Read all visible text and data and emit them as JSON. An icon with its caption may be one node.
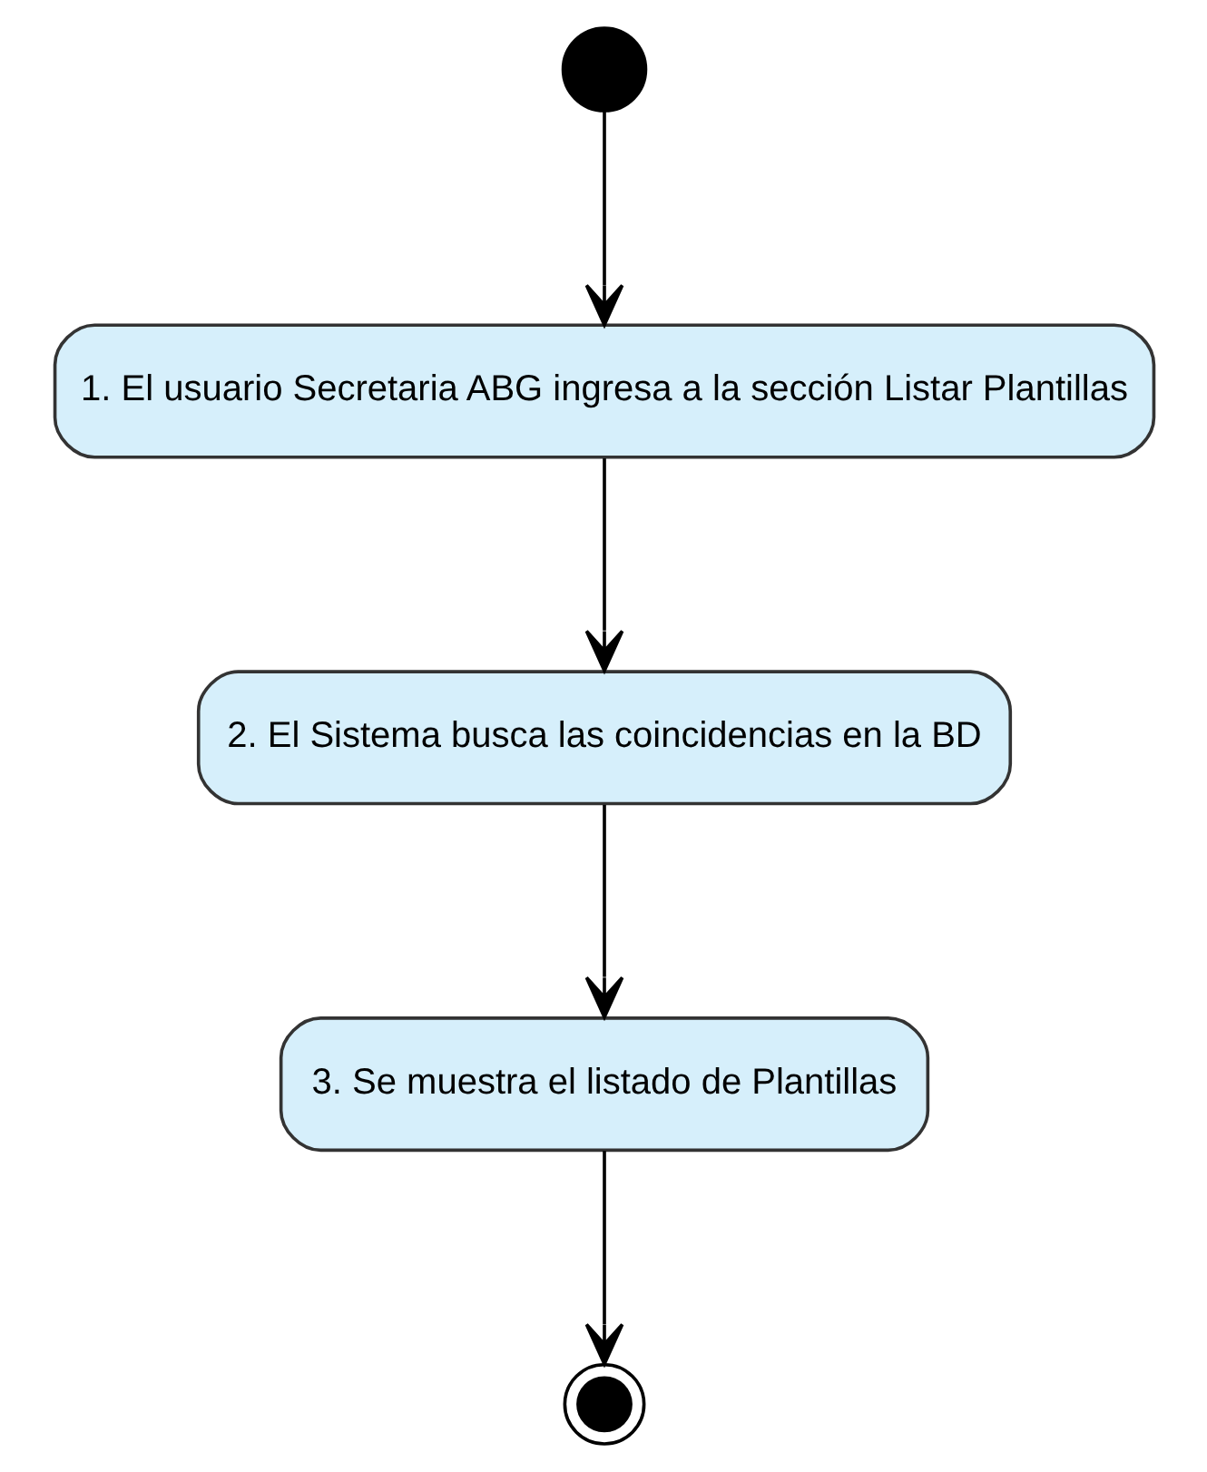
{
  "diagram": {
    "nodes": [
      {
        "text": [],
        "shape": "circle"
      },
      {
        "text": [
          "1. El usuario Secretaria ABG ingresa a la sección Listar Plantillas"
        ]
      },
      {
        "text": [
          "2. El Sistema busca las coincidencias en la BD"
        ]
      },
      {
        "text": [
          "3. Se muestra el listado de Plantillas"
        ]
      },
      {
        "text": [],
        "shape": "bullseye"
      }
    ],
    "edges": [
      {
        "from": 0,
        "to": 1,
        "arrow": "to"
      },
      {
        "from": 1,
        "to": 2,
        "arrow": "to"
      },
      {
        "from": 2,
        "to": 3,
        "arrow": "to"
      },
      {
        "from": 3,
        "to": 4,
        "arrow": "to"
      }
    ]
  }
}
